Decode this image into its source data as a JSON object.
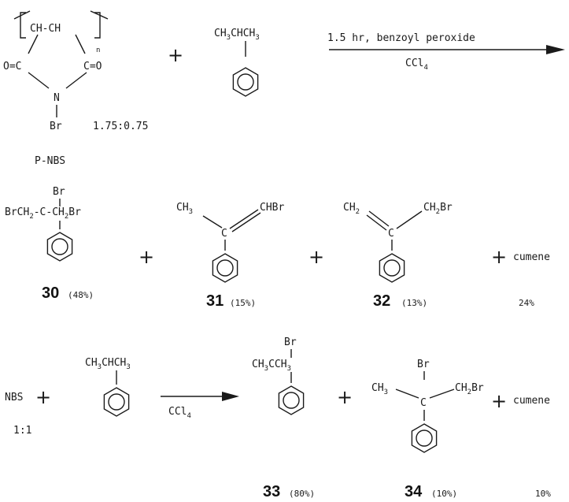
{
  "reaction1": {
    "polymer": {
      "ch_ch": "CH-CH",
      "n": "n",
      "left_co": "O=C",
      "right_co": "C=O",
      "nitrogen": "N",
      "bromine": "Br",
      "label": "P-NBS"
    },
    "ratio": "1.75:0.75",
    "cumene": {
      "main": "CH",
      "s1": "3",
      "mid": "CHCH",
      "s2": "3"
    },
    "conditions_above": "1.5 hr, benzoyl peroxide",
    "conditions_below": {
      "main": "CCl",
      "sub": "4"
    },
    "plus": "+"
  },
  "products1": {
    "p30": {
      "br_top": "Br",
      "left": "BrCH",
      "left_sub": "2",
      "center": "-C-CH",
      "center_sub": "2",
      "right": "Br",
      "number": "30",
      "yield": "(48%)"
    },
    "p31": {
      "ch": "CH",
      "ch_sub": "3",
      "c": "C",
      "right": "CHBr",
      "number": "31",
      "yield": "(15%)"
    },
    "p32": {
      "ch": "CH",
      "ch_sub": "2",
      "c": "C",
      "right": "CH",
      "right_sub": "2",
      "right_br": "Br",
      "number": "32",
      "yield": "(13%)"
    },
    "cumene_label": "cumene",
    "cumene_yield": "24%"
  },
  "reaction2": {
    "nbs": "NBS",
    "ratio": "1:1",
    "conditions": {
      "main": "CCl",
      "sub": "4"
    },
    "p33": {
      "br": "Br",
      "left": "CH",
      "left_sub": "3",
      "c": "CCH",
      "right_sub": "3",
      "number": "33",
      "yield": "(80%)"
    },
    "p34": {
      "br": "Br",
      "left": "CH",
      "left_sub": "3",
      "c": "C",
      "right": "CH",
      "right_sub": "2",
      "right_br": "Br",
      "number": "34",
      "yield": "(10%)"
    },
    "cumene_label": "cumene",
    "cumene_yield": "10%"
  }
}
